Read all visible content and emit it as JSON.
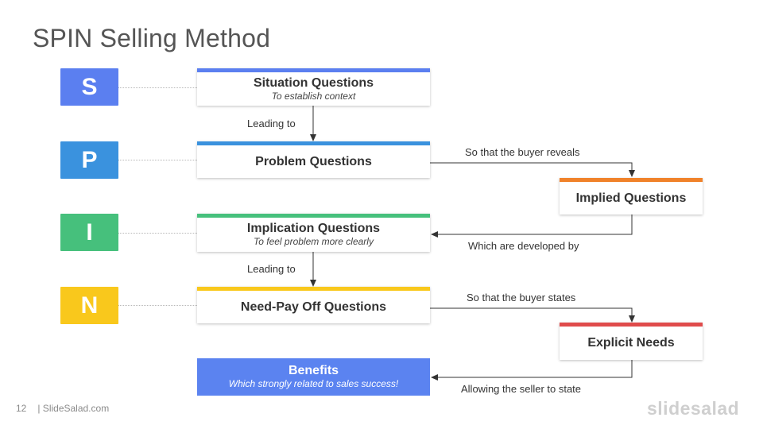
{
  "slide": {
    "title": "SPIN Selling Method",
    "page_number": "12",
    "footer_text": "| SlideSalad.com",
    "brand": "slidesalad"
  },
  "colors": {
    "s": "#5b7ff0",
    "p": "#3a92de",
    "i": "#46c07c",
    "n": "#f9c81c",
    "implied": "#f0822a",
    "explicit": "#e04b4b",
    "benefits": "#5b83f0"
  },
  "letters": [
    "S",
    "P",
    "I",
    "N"
  ],
  "boxes": {
    "situation": {
      "title": "Situation Questions",
      "subtitle": "To establish context"
    },
    "problem": {
      "title": "Problem Questions"
    },
    "implication": {
      "title": "Implication Questions",
      "subtitle": "To feel problem more clearly"
    },
    "need_payoff": {
      "title": "Need-Pay Off Questions"
    },
    "implied": {
      "title": "Implied Questions"
    },
    "explicit": {
      "title": "Explicit Needs"
    },
    "benefits": {
      "title": "Benefits",
      "subtitle": "Which strongly related to sales success!"
    }
  },
  "connectors": {
    "leading_to_1": "Leading to",
    "reveals": "So that the buyer reveals",
    "developed_by": "Which are developed by",
    "leading_to_2": "Leading to",
    "states": "So that the buyer states",
    "allowing": "Allowing the seller to state"
  }
}
